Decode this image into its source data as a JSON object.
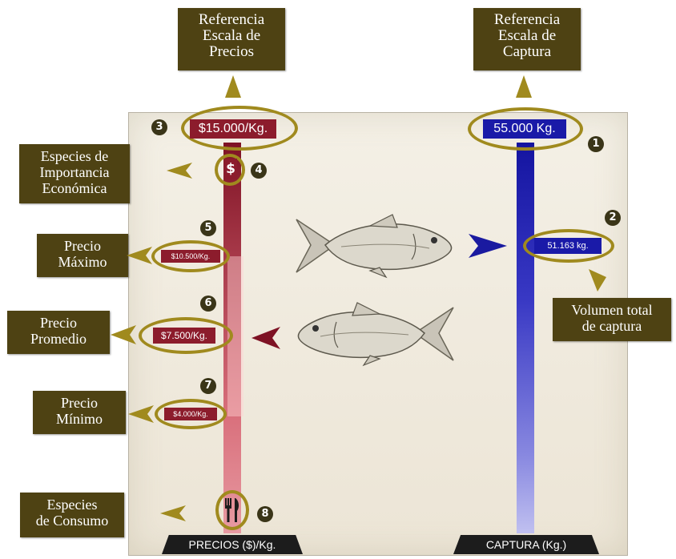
{
  "callouts": {
    "ref_precios": "Referencia\nEscala de\nPrecios",
    "ref_captura": "Referencia\nEscala de\nCaptura",
    "importancia": "Especies de\nImportancia\nEconómica",
    "precio_maximo": "Precio\nMáximo",
    "precio_promedio": "Precio\nPromedio",
    "precio_minimo": "Precio\nMínimo",
    "consumo": "Especies\nde Consumo",
    "volumen_total": "Volumen total\nde captura"
  },
  "numbers": [
    "1",
    "2",
    "3",
    "4",
    "5",
    "6",
    "7",
    "8"
  ],
  "tags": {
    "precio_escala": "$15.000/Kg.",
    "captura_escala": "55.000 Kg.",
    "volumen": "51.163 kg.",
    "precio_max": "$10.500/Kg.",
    "precio_prom": "$7.500/Kg.",
    "precio_min": "$4.000/Kg.",
    "dollar": "$"
  },
  "footers": {
    "precios": "PRECIOS ($)/Kg.",
    "captura": "CAPTURA (Kg.)"
  },
  "colors": {
    "callout_bg": "#4e4213",
    "ring": "#a08a1e",
    "price_bar_top": "#8c1c2c",
    "price_bar_bottom": "#e88c96",
    "catch_bar_top": "#1a1aa8",
    "catch_bar_bottom": "#b8b8ee"
  },
  "icons": [
    "fork-knife-icon",
    "dollar-icon",
    "fish-icon"
  ]
}
